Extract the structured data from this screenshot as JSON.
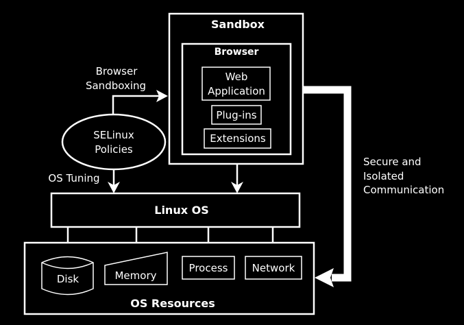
{
  "diagram": {
    "sandbox": {
      "title": "Sandbox"
    },
    "browser": {
      "title": "Browser",
      "components": [
        "Web",
        "Application",
        "Plug-ins",
        "Extensions"
      ]
    },
    "selinux": {
      "line1": "SELinux",
      "line2": "Policies"
    },
    "labels": {
      "browser_sandboxing_1": "Browser",
      "browser_sandboxing_2": "Sandboxing",
      "os_tuning": "OS Tuning",
      "secure_1": "Secure and",
      "secure_2": "Isolated",
      "secure_3": "Communication"
    },
    "linux_os": {
      "title": "Linux OS"
    },
    "os_resources": {
      "title": "OS Resources",
      "items": [
        "Disk",
        "Memory",
        "Process",
        "Network"
      ]
    },
    "colors": {
      "background": "#000000",
      "foreground": "#ffffff"
    }
  }
}
